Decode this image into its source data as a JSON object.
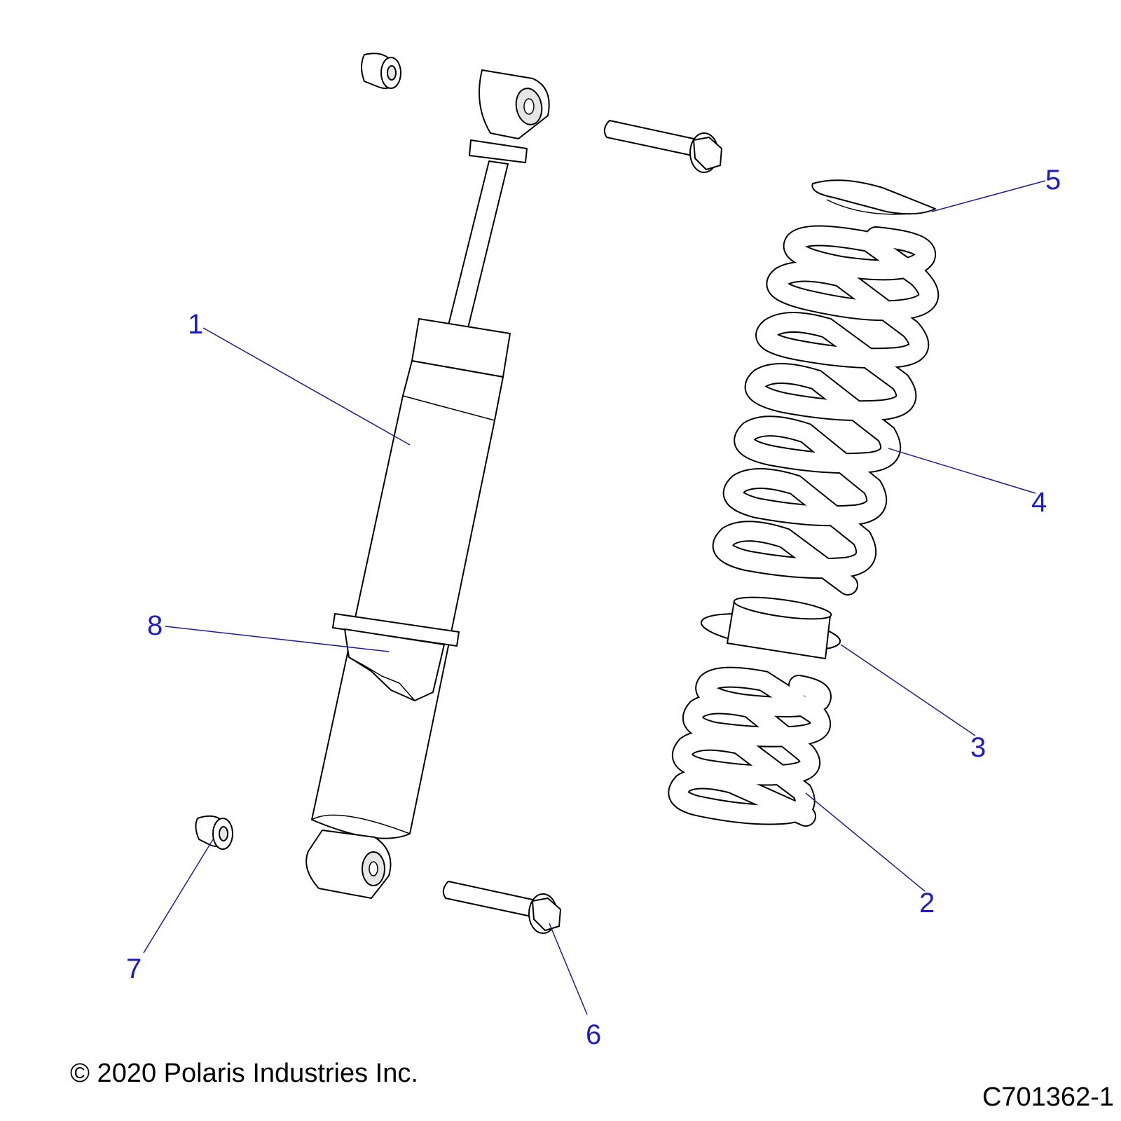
{
  "callouts": [
    {
      "id": "1",
      "label": "1"
    },
    {
      "id": "2",
      "label": "2"
    },
    {
      "id": "3",
      "label": "3"
    },
    {
      "id": "4",
      "label": "4"
    },
    {
      "id": "5",
      "label": "5"
    },
    {
      "id": "6",
      "label": "6"
    },
    {
      "id": "7",
      "label": "7"
    },
    {
      "id": "8",
      "label": "8"
    }
  ],
  "footer": {
    "copyright": "© 2020 Polaris Industries Inc.",
    "drawing_number": "C701362-1"
  },
  "colors": {
    "line": "#000000",
    "callout": "#1a1ad0",
    "leader": "#1a1aa8"
  }
}
